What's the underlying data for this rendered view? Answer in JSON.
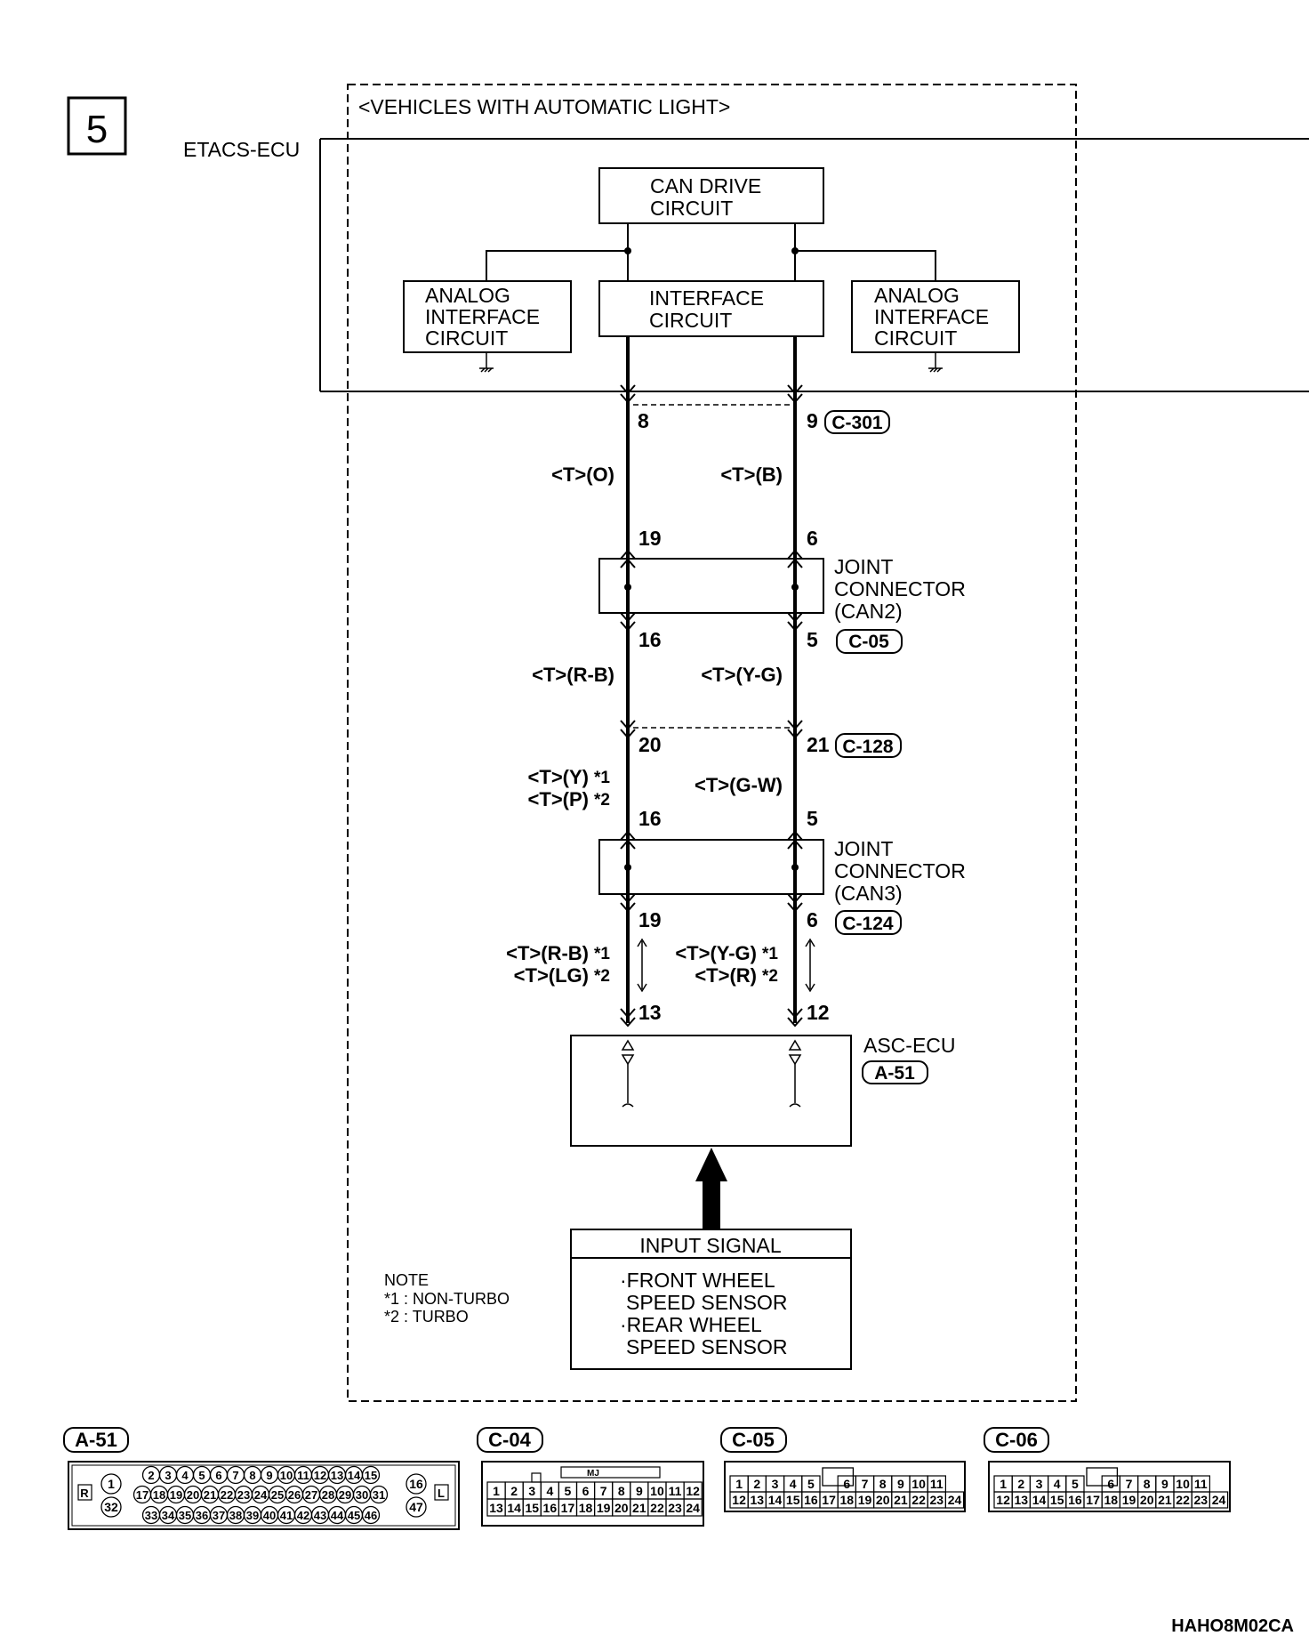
{
  "figure_number": "5",
  "group_label": "<VEHICLES WITH AUTOMATIC LIGHT>",
  "etacs_label": "ETACS-ECU",
  "blocks": {
    "can_drive": [
      "CAN DRIVE",
      "CIRCUIT"
    ],
    "interface": [
      "INTERFACE",
      "CIRCUIT"
    ],
    "analog_left": [
      "ANALOG",
      "INTERFACE",
      "CIRCUIT"
    ],
    "analog_right": [
      "ANALOG",
      "INTERFACE",
      "CIRCUIT"
    ]
  },
  "pins": {
    "etacs_left": "8",
    "etacs_right": "9",
    "can2_in_left": "19",
    "can2_in_right": "6",
    "can2_out_left": "16",
    "can2_out_right": "5",
    "c128_left": "20",
    "c128_right": "21",
    "can3_in_left": "16",
    "can3_in_right": "5",
    "can3_out_left": "19",
    "can3_out_right": "6",
    "asc_left": "13",
    "asc_right": "12"
  },
  "connector_ids": {
    "c301": "C-301",
    "c05": "C-05",
    "c128": "C-128",
    "c124": "C-124",
    "a51": "A-51"
  },
  "wires": {
    "seg1_left": "<T>(O)",
    "seg1_right": "<T>(B)",
    "seg2_left": "<T>(R-B)",
    "seg2_right": "<T>(Y-G)",
    "seg3_left_1": "<T>(Y)",
    "seg3_left_2": "<T>(P)",
    "seg3_right": "<T>(G-W)",
    "seg4_left_1": "<T>(R-B)",
    "seg4_left_2": "<T>(LG)",
    "seg4_right_1": "<T>(Y-G)",
    "seg4_right_2": "<T>(R)"
  },
  "footnote_marks": {
    "m1": "*1",
    "m2": "*2"
  },
  "joint_can2": [
    "JOINT",
    "CONNECTOR",
    "(CAN2)"
  ],
  "joint_can3": [
    "JOINT",
    "CONNECTOR",
    "(CAN3)"
  ],
  "asc_ecu_label": "ASC-ECU",
  "input_signal": {
    "title": "INPUT SIGNAL",
    "lines": [
      "·FRONT WHEEL",
      "SPEED SENSOR",
      "·REAR WHEEL",
      "SPEED SENSOR"
    ]
  },
  "note": {
    "title": "NOTE",
    "items": [
      "*1 : NON-TURBO",
      "*2 : TURBO"
    ]
  },
  "connector_views": {
    "a51": {
      "label": "A-51",
      "side_left": "R",
      "side_right": "L",
      "row1": [
        "2",
        "3",
        "4",
        "5",
        "6",
        "7",
        "8",
        "9",
        "10",
        "11",
        "12",
        "13",
        "14",
        "15"
      ],
      "row2": [
        "17",
        "18",
        "19",
        "20",
        "21",
        "22",
        "23",
        "24",
        "25",
        "26",
        "27",
        "28",
        "29",
        "30",
        "31"
      ],
      "row3": [
        "33",
        "34",
        "35",
        "36",
        "37",
        "38",
        "39",
        "40",
        "41",
        "42",
        "43",
        "44",
        "45",
        "46"
      ],
      "end_top_left": "1",
      "end_bot_left": "32",
      "end_top_right": "16",
      "end_bot_right": "47"
    },
    "c04": {
      "label": "C-04",
      "tag": "MJ",
      "row1": [
        "1",
        "2",
        "3",
        "4",
        "5",
        "6",
        "7",
        "8",
        "9",
        "10",
        "11",
        "12"
      ],
      "row2": [
        "13",
        "14",
        "15",
        "16",
        "17",
        "18",
        "19",
        "20",
        "21",
        "22",
        "23",
        "24"
      ]
    },
    "c05": {
      "label": "C-05",
      "row1": [
        "1",
        "2",
        "3",
        "4",
        "5",
        "",
        "6",
        "7",
        "8",
        "9",
        "10",
        "11"
      ],
      "row2": [
        "12",
        "13",
        "14",
        "15",
        "16",
        "17",
        "18",
        "19",
        "20",
        "21",
        "22",
        "23",
        "24"
      ]
    },
    "c06": {
      "label": "C-06",
      "row1": [
        "1",
        "2",
        "3",
        "4",
        "5",
        "",
        "6",
        "7",
        "8",
        "9",
        "10",
        "11"
      ],
      "row2": [
        "12",
        "13",
        "14",
        "15",
        "16",
        "17",
        "18",
        "19",
        "20",
        "21",
        "22",
        "23",
        "24"
      ]
    }
  },
  "drawing_code": "HAHO8M02CA"
}
